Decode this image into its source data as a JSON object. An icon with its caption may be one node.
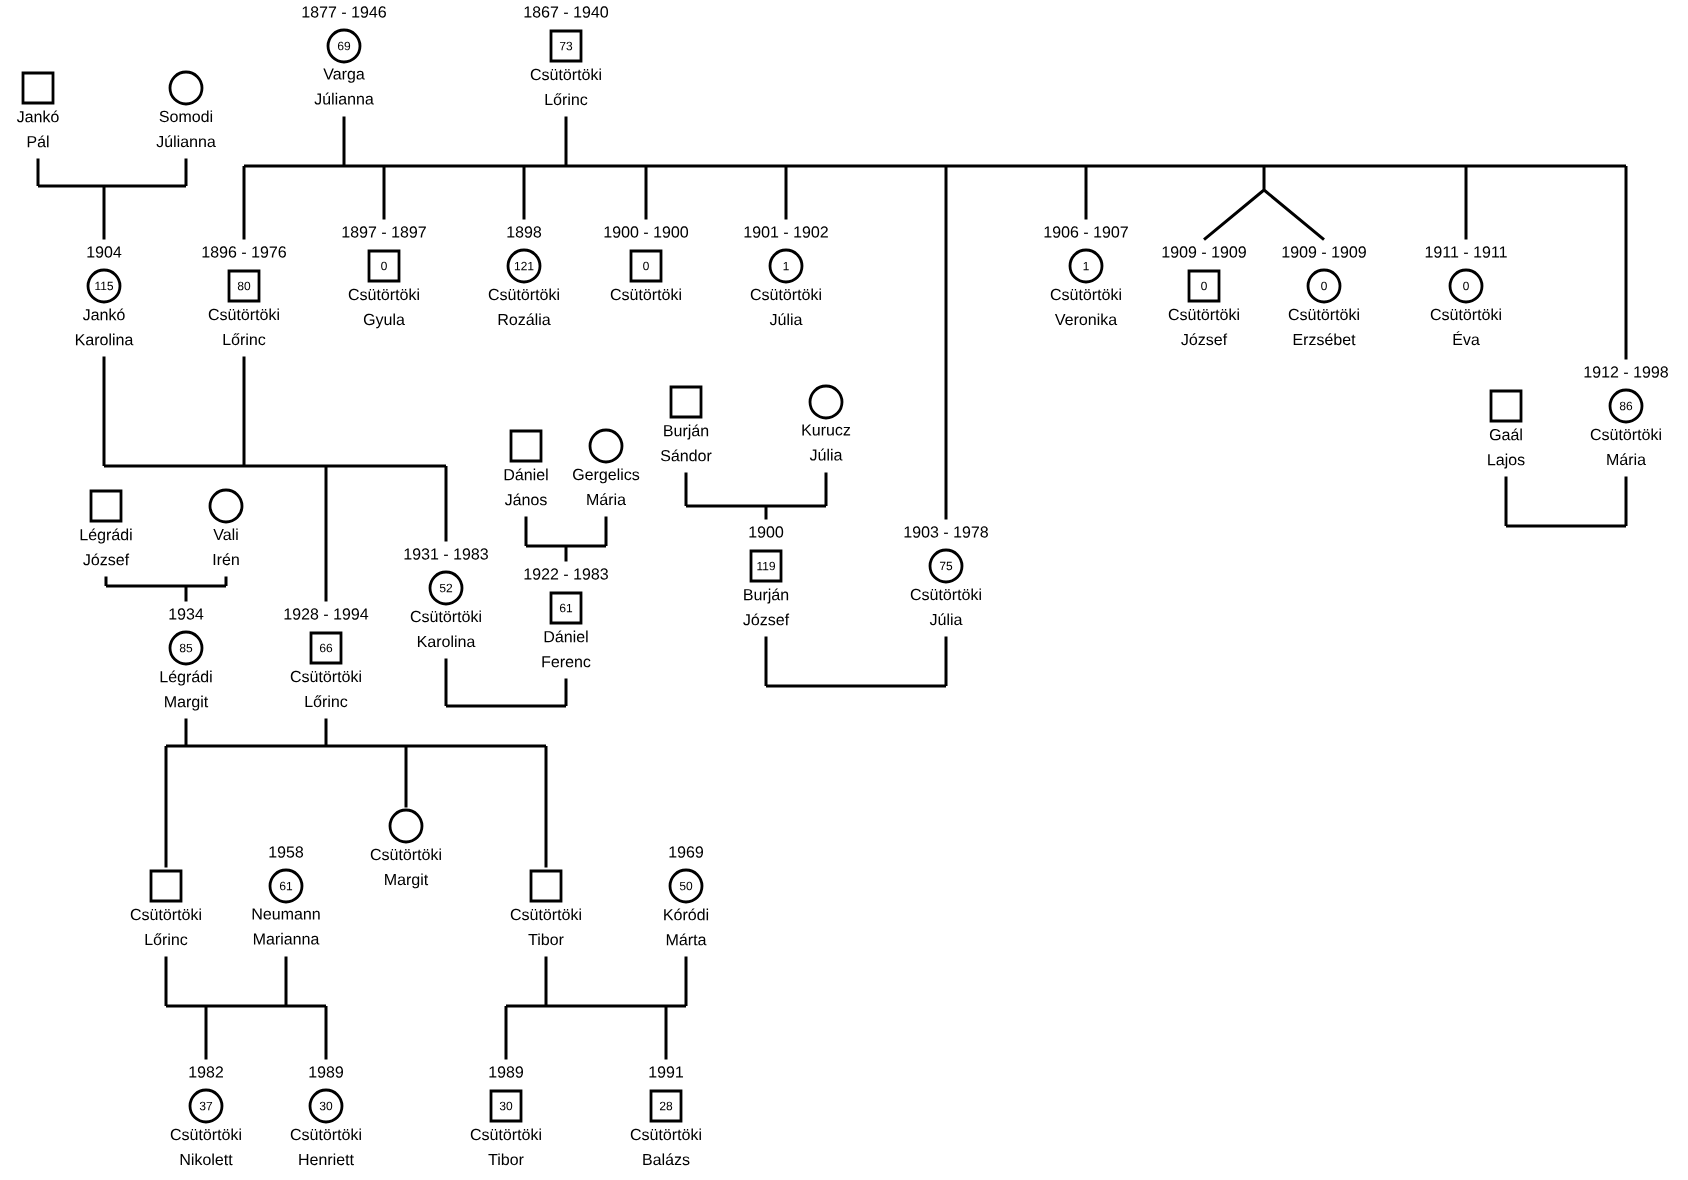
{
  "diagram": {
    "nodes": [
      {
        "text": [
          "1877 - 1946",
          "69"
        ],
        "beside": [
          "Varga Júlianna"
        ]
      },
      {
        "text": [
          "1867 - 1940",
          "73"
        ],
        "beside": [
          "Csütörtöki Lőrinc"
        ]
      },
      {
        "text": [],
        "shape": "box",
        "beside": [
          "Jankó Pál"
        ]
      },
      {
        "text": [],
        "shape": "circle",
        "beside": [
          "Somodi Júlianna"
        ]
      },
      {
        "text": [
          "1904",
          "115"
        ],
        "beside": [
          "Jankó Karolina"
        ]
      },
      {
        "text": [
          "1896 - 1976",
          "80"
        ],
        "beside": [
          "Csütörtöki Lőrinc"
        ]
      },
      {
        "text": [
          "1897 - 1897",
          "0"
        ],
        "beside": [
          "Csütörtöki Gyula"
        ]
      },
      {
        "text": [
          "1898",
          "121"
        ],
        "beside": [
          "Csütörtöki Rozália"
        ]
      },
      {
        "text": [
          "1900 - 1900",
          "0"
        ],
        "beside": [
          "Csütörtöki"
        ]
      },
      {
        "text": [
          "1901 - 1902",
          "1"
        ],
        "beside": [
          "Csütörtöki Júlia"
        ]
      },
      {
        "text": [
          "1906 - 1907",
          "1"
        ],
        "beside": [
          "Csütörtöki Veronika"
        ]
      },
      {
        "text": [
          "1909 - 1909",
          "0"
        ],
        "beside": [
          "Csütörtöki József"
        ]
      },
      {
        "text": [
          "1909 - 1909",
          "0"
        ],
        "beside": [
          "Csütörtöki Erzsébet"
        ]
      },
      {
        "text": [
          "1911 - 1911",
          "0"
        ],
        "beside": [
          "Csütörtöki Éva"
        ]
      },
      {
        "text": [
          "1912 - 1998",
          "86"
        ],
        "beside": [
          "Csütörtöki Mária"
        ]
      },
      {
        "text": [],
        "shape": "box",
        "beside": [
          "Gaál Lajos"
        ]
      },
      {
        "text": [],
        "shape": "box",
        "beside": [
          "Burján Sándor"
        ]
      },
      {
        "text": [],
        "shape": "circle",
        "beside": [
          "Kurucz Júlia"
        ]
      },
      {
        "text": [
          "1900",
          "119"
        ],
        "beside": [
          "Burján József"
        ]
      },
      {
        "text": [
          "1903 - 1978",
          "75"
        ],
        "beside": [
          "Csütörtöki Júlia"
        ]
      },
      {
        "text": [],
        "shape": "box",
        "beside": [
          "Dániel János"
        ]
      },
      {
        "text": [],
        "shape": "circle",
        "beside": [
          "Gergelics Mária"
        ]
      },
      {
        "text": [
          "1922 - 1983",
          "61"
        ],
        "beside": [
          "Dániel Ferenc"
        ]
      },
      {
        "text": [
          "1931 - 1983",
          "52"
        ],
        "beside": [
          "Csütörtöki Karolina"
        ]
      },
      {
        "text": [],
        "shape": "box",
        "beside": [
          "Légrádi József"
        ]
      },
      {
        "text": [],
        "shape": "circle",
        "beside": [
          "Vali Irén"
        ]
      },
      {
        "text": [
          "1934",
          "85"
        ],
        "beside": [
          "Légrádi Margit"
        ]
      },
      {
        "text": [
          "1928 - 1994",
          "66"
        ],
        "beside": [
          "Csütörtöki Lőrinc"
        ]
      },
      {
        "text": [],
        "shape": "box",
        "beside": [
          "Csütörtöki Lőrinc"
        ]
      },
      {
        "text": [
          "1958",
          "61"
        ],
        "beside": [
          "Neumann Marianna"
        ]
      },
      {
        "text": [],
        "shape": "circle",
        "beside": [
          "Csütörtöki Margit"
        ]
      },
      {
        "text": [],
        "shape": "box",
        "beside": [
          "Csütörtöki Tibor"
        ]
      },
      {
        "text": [
          "1969",
          "50"
        ],
        "beside": [
          "Kóródi Márta"
        ]
      },
      {
        "text": [
          "1982",
          "37"
        ],
        "beside": [
          "Csütörtöki Nikolett"
        ]
      },
      {
        "text": [
          "1989",
          "30"
        ],
        "beside": [
          "Csütörtöki Henriett"
        ]
      },
      {
        "text": [
          "1989",
          "30"
        ],
        "beside": [
          "Csütörtöki Tibor"
        ]
      },
      {
        "text": [
          "1991",
          "28"
        ],
        "beside": [
          "Csütörtöki Balázs"
        ]
      }
    ],
    "edges": [
      {
        "from": 1,
        "to": 0,
        "arrow": "none"
      },
      {
        "from": 2,
        "to": 3,
        "arrow": "none"
      },
      {
        "from": 5,
        "to": 4,
        "arrow": "none"
      },
      {
        "from": 15,
        "to": 14,
        "arrow": "none"
      },
      {
        "from": 16,
        "to": 17,
        "arrow": "none"
      },
      {
        "from": 18,
        "to": 19,
        "arrow": "none"
      },
      {
        "from": 20,
        "to": 21,
        "arrow": "none"
      },
      {
        "from": 22,
        "to": 23,
        "arrow": "none"
      },
      {
        "from": 24,
        "to": 25,
        "arrow": "none"
      },
      {
        "from": 27,
        "to": 26,
        "arrow": "none"
      },
      {
        "from": 28,
        "to": 29,
        "arrow": "none"
      },
      {
        "from": 31,
        "to": 32,
        "arrow": "none"
      },
      {
        "from": 0,
        "to": 5,
        "arrow": "none"
      },
      {
        "from": 1,
        "to": 5,
        "arrow": "none"
      },
      {
        "from": 0,
        "to": 6,
        "arrow": "none"
      },
      {
        "from": 1,
        "to": 6,
        "arrow": "none"
      },
      {
        "from": 0,
        "to": 7,
        "arrow": "none"
      },
      {
        "from": 1,
        "to": 7,
        "arrow": "none"
      },
      {
        "from": 0,
        "to": 8,
        "arrow": "none"
      },
      {
        "from": 1,
        "to": 8,
        "arrow": "none"
      },
      {
        "from": 0,
        "to": 9,
        "arrow": "none"
      },
      {
        "from": 1,
        "to": 9,
        "arrow": "none"
      },
      {
        "from": 0,
        "to": 19,
        "arrow": "none"
      },
      {
        "from": 1,
        "to": 19,
        "arrow": "none"
      },
      {
        "from": 0,
        "to": 10,
        "arrow": "none"
      },
      {
        "from": 1,
        "to": 10,
        "arrow": "none"
      },
      {
        "from": 0,
        "to": 11,
        "arrow": "none"
      },
      {
        "from": 1,
        "to": 11,
        "arrow": "none"
      },
      {
        "from": 0,
        "to": 12,
        "arrow": "none"
      },
      {
        "from": 1,
        "to": 12,
        "arrow": "none"
      },
      {
        "from": 0,
        "to": 13,
        "arrow": "none"
      },
      {
        "from": 1,
        "to": 13,
        "arrow": "none"
      },
      {
        "from": 0,
        "to": 14,
        "arrow": "none"
      },
      {
        "from": 1,
        "to": 14,
        "arrow": "none"
      },
      {
        "from": 2,
        "to": 4,
        "arrow": "none"
      },
      {
        "from": 3,
        "to": 4,
        "arrow": "none"
      },
      {
        "from": 4,
        "to": 27,
        "arrow": "none"
      },
      {
        "from": 5,
        "to": 27,
        "arrow": "none"
      },
      {
        "from": 4,
        "to": 23,
        "arrow": "none"
      },
      {
        "from": 5,
        "to": 23,
        "arrow": "none"
      },
      {
        "from": 16,
        "to": 18,
        "arrow": "none"
      },
      {
        "from": 17,
        "to": 18,
        "arrow": "none"
      },
      {
        "from": 20,
        "to": 22,
        "arrow": "none"
      },
      {
        "from": 21,
        "to": 22,
        "arrow": "none"
      },
      {
        "from": 24,
        "to": 26,
        "arrow": "none"
      },
      {
        "from": 25,
        "to": 26,
        "arrow": "none"
      },
      {
        "from": 26,
        "to": 28,
        "arrow": "none"
      },
      {
        "from": 27,
        "to": 28,
        "arrow": "none"
      },
      {
        "from": 26,
        "to": 30,
        "arrow": "none"
      },
      {
        "from": 27,
        "to": 30,
        "arrow": "none"
      },
      {
        "from": 26,
        "to": 31,
        "arrow": "none"
      },
      {
        "from": 27,
        "to": 31,
        "arrow": "none"
      },
      {
        "from": 28,
        "to": 33,
        "arrow": "none"
      },
      {
        "from": 29,
        "to": 33,
        "arrow": "none"
      },
      {
        "from": 28,
        "to": 34,
        "arrow": "none"
      },
      {
        "from": 29,
        "to": 34,
        "arrow": "none"
      },
      {
        "from": 31,
        "to": 35,
        "arrow": "none"
      },
      {
        "from": 32,
        "to": 35,
        "arrow": "none"
      },
      {
        "from": 31,
        "to": 36,
        "arrow": "none"
      },
      {
        "from": 32,
        "to": 36,
        "arrow": "none"
      }
    ]
  }
}
